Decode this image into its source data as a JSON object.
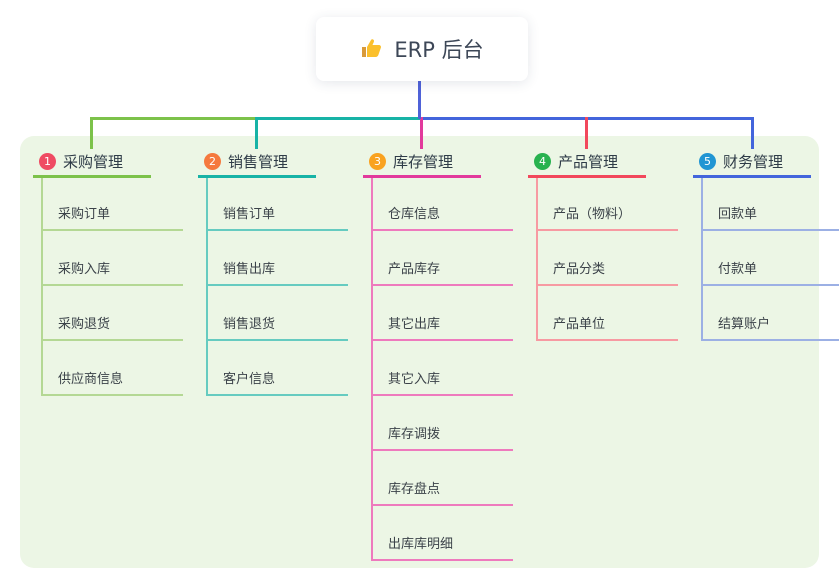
{
  "root": {
    "icon": "thumbs-up",
    "label": "ERP 后台"
  },
  "colors": {
    "page_bg": "#ffffff",
    "panel_bg": "#ecf6e5",
    "root_line": "#4f62d8",
    "bus_segments": [
      "#7cc24a",
      "#17b3a6",
      "#4365dc"
    ],
    "drop_lines": [
      "#7cc24a",
      "#17b3a6",
      "#e23a9c",
      "#f2485c",
      "#4365dc"
    ]
  },
  "branches": [
    {
      "index": "1",
      "label": "采购管理",
      "badge_color": "#ef4b63",
      "line_color": "#7cc24a",
      "child_line_color": "#b4d894",
      "children": [
        "采购订单",
        "采购入库",
        "采购退货",
        "供应商信息"
      ]
    },
    {
      "index": "2",
      "label": "销售管理",
      "badge_color": "#f5793e",
      "line_color": "#17b3a6",
      "child_line_color": "#66cbc0",
      "children": [
        "销售订单",
        "销售出库",
        "销售退货",
        "客户信息"
      ]
    },
    {
      "index": "3",
      "label": "库存管理",
      "badge_color": "#f9a21f",
      "line_color": "#e23a9c",
      "child_line_color": "#ee7abd",
      "children": [
        "仓库信息",
        "产品库存",
        "其它出库",
        "其它入库",
        "库存调拨",
        "库存盘点",
        "出库库明细"
      ]
    },
    {
      "index": "4",
      "label": "产品管理",
      "badge_color": "#28b24f",
      "line_color": "#f2485c",
      "child_line_color": "#f79aa2",
      "children": [
        "产品（物料）",
        "产品分类",
        "产品单位"
      ]
    },
    {
      "index": "5",
      "label": "财务管理",
      "badge_color": "#2095d3",
      "line_color": "#4365dc",
      "child_line_color": "#9cb0e4",
      "children": [
        "回款单",
        "付款单",
        "结算账户"
      ]
    }
  ]
}
